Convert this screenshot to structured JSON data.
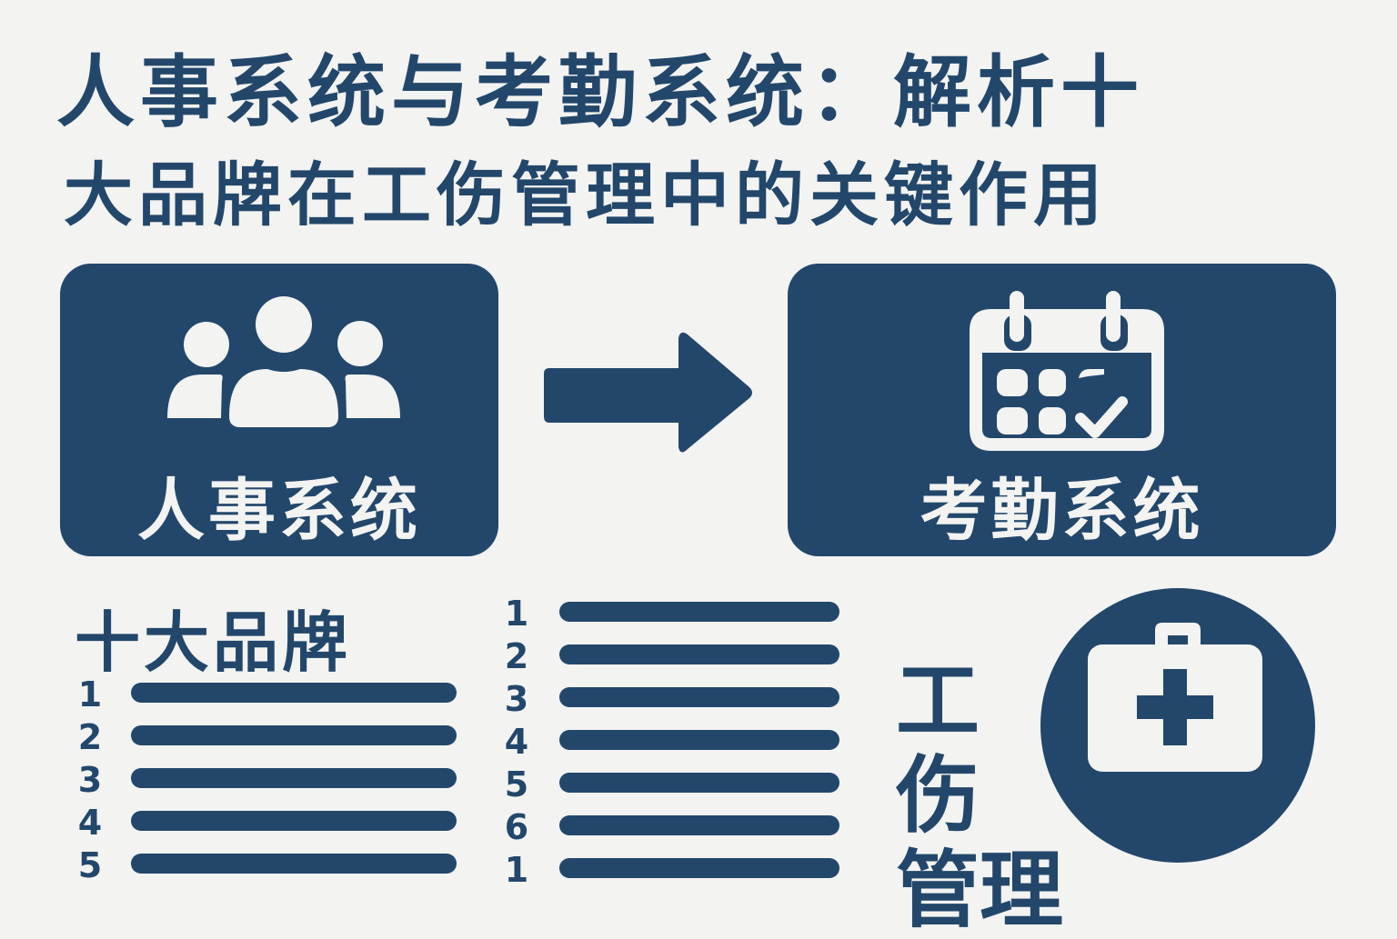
{
  "title": {
    "line1": "人事系统与考勤系统：解析十",
    "line2": "大品牌在工伤管理中的关键作用"
  },
  "hr_system": {
    "label": "人事系统",
    "icon": "people-group-icon"
  },
  "flow_arrow": {
    "icon": "arrow-right-icon"
  },
  "attendance_system": {
    "label": "考勤系统",
    "icon": "calendar-check-icon"
  },
  "top_brands": {
    "title": "十大品牌",
    "left_list": [
      "1",
      "2",
      "3",
      "4",
      "5"
    ],
    "middle_list": [
      "1",
      "2",
      "3",
      "4",
      "5",
      "6",
      "1"
    ]
  },
  "injury_management": {
    "title_chars": [
      "工",
      "伤",
      "管",
      "理"
    ],
    "icon": "medical-kit-icon"
  },
  "colors": {
    "primary": "#22476b",
    "background": "#f3f3f1"
  }
}
